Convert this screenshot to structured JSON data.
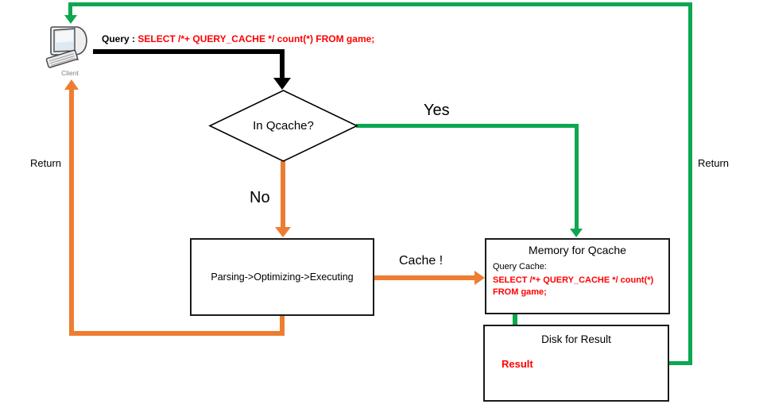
{
  "diagram": {
    "client": {
      "label": "Client"
    },
    "query_line": {
      "prefix": "Query : ",
      "sql": "SELECT /*+ QUERY_CACHE */ count(*) FROM game;"
    },
    "decision": {
      "label": "In Qcache?"
    },
    "edges": {
      "yes_label": "Yes",
      "no_label": "No",
      "cache_label": "Cache !",
      "return_left_label": "Return",
      "return_right_label": "Return"
    },
    "parsing_box": {
      "label": "Parsing->Optimizing->Executing"
    },
    "memory_box": {
      "title": "Memory for Qcache",
      "subtitle": "Query Cache:",
      "sql_line1": "SELECT /*+ QUERY_CACHE */ count(*)",
      "sql_line2": "FROM game;"
    },
    "disk_box": {
      "title": "Disk for Result",
      "result_label": "Result"
    },
    "colors": {
      "hit_path_green": "#0ca750",
      "miss_path_orange": "#ed7d31",
      "sql_red": "#ff0000",
      "query_path_black": "#000000"
    }
  }
}
